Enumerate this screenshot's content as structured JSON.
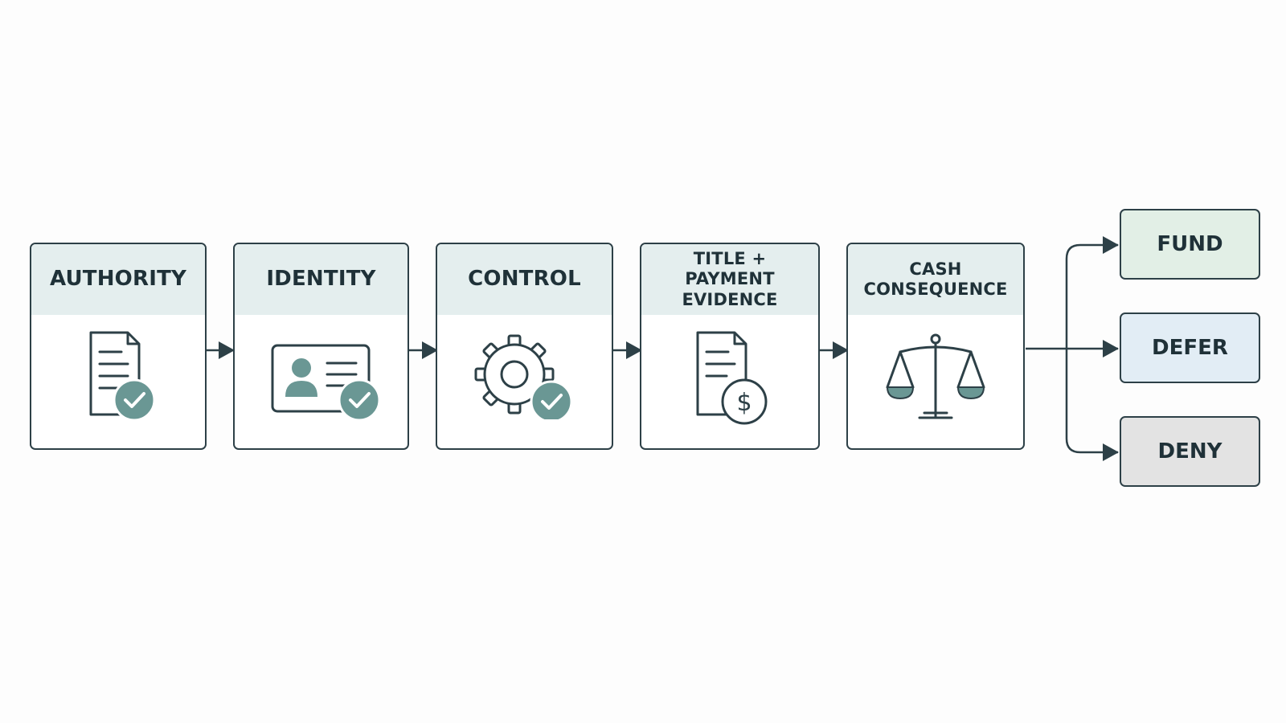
{
  "steps": [
    {
      "id": "authority",
      "lines": [
        "AUTHORITY"
      ],
      "icon": "document-check-icon"
    },
    {
      "id": "identity",
      "lines": [
        "IDENTITY"
      ],
      "icon": "id-card-check-icon"
    },
    {
      "id": "control",
      "lines": [
        "CONTROL"
      ],
      "icon": "gear-check-icon"
    },
    {
      "id": "title-payment",
      "lines": [
        "TITLE +",
        "PAYMENT EVIDENCE"
      ],
      "icon": "document-dollar-icon"
    },
    {
      "id": "cash-consequence",
      "lines": [
        "CASH",
        "CONSEQUENCE"
      ],
      "icon": "scales-icon"
    }
  ],
  "outcomes": [
    {
      "id": "fund",
      "label": "FUND",
      "fill": "#e2efe6"
    },
    {
      "id": "defer",
      "label": "DEFER",
      "fill": "#e2edf5"
    },
    {
      "id": "deny",
      "label": "DENY",
      "fill": "#e3e3e3"
    }
  ],
  "colors": {
    "stroke": "#2d4047",
    "header_fill": "#e4eeee",
    "accent": "#6a9794"
  }
}
